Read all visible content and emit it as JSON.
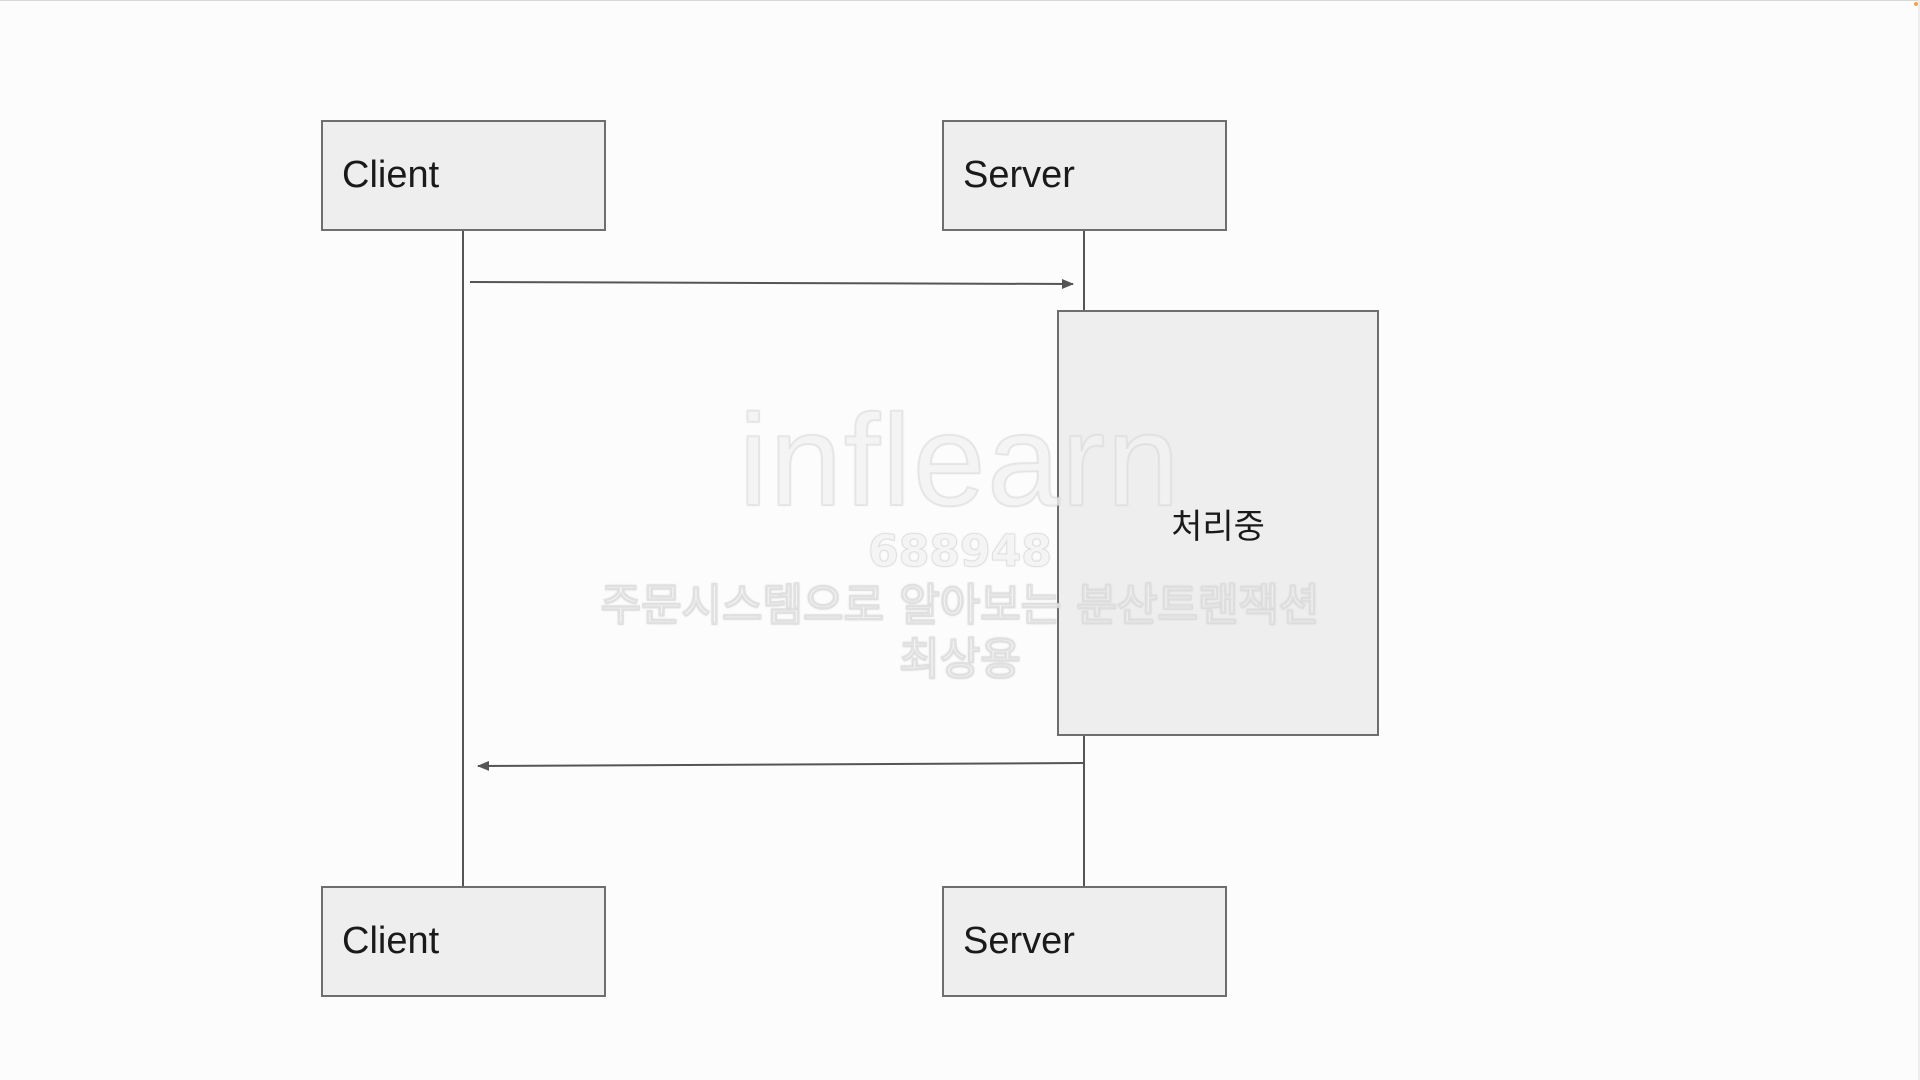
{
  "diagram": {
    "participants_top": {
      "client": "Client",
      "server": "Server"
    },
    "participants_bottom": {
      "client": "Client",
      "server": "Server"
    },
    "activation_label": "처리중"
  },
  "watermark": {
    "logo": "inflearn",
    "user_id": "688948",
    "course": "주문시스템으로 알아보는 분산트랜잭션",
    "instructor": "최상용"
  },
  "colors": {
    "box_fill": "#eeeeee",
    "box_border": "#6e6e6e",
    "line": "#555555",
    "accent_dot": "#f2a541"
  }
}
